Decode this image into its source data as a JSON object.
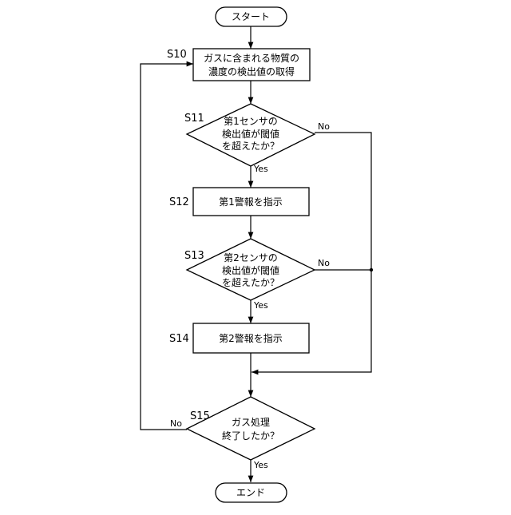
{
  "flowchart": {
    "start": "スタート",
    "end": "エンド",
    "steps": [
      {
        "id": "S10",
        "lines": [
          "ガスに含まれる物質の",
          "濃度の検出値の取得"
        ]
      },
      {
        "id": "S11",
        "lines": [
          "第1センサの",
          "検出値が閾値",
          "を超えたか？"
        ]
      },
      {
        "id": "S12",
        "lines": [
          "第1警報を指示"
        ]
      },
      {
        "id": "S13",
        "lines": [
          "第2センサの",
          "検出値が閾値",
          "を超えたか？"
        ]
      },
      {
        "id": "S14",
        "lines": [
          "第2警報を指示"
        ]
      },
      {
        "id": "S15",
        "lines": [
          "ガス処理",
          "終了したか？"
        ]
      }
    ],
    "yes_label": "Yes",
    "no_label": "No"
  }
}
